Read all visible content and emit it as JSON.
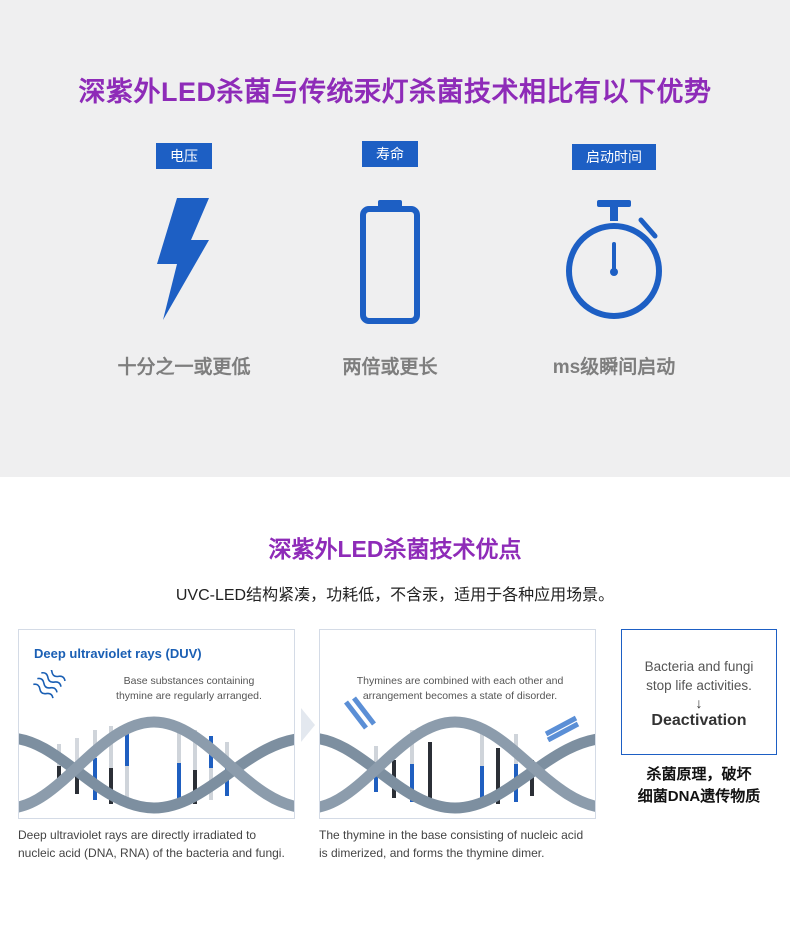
{
  "top": {
    "title": "深紫外LED杀菌与传统汞灯杀菌技术相比有以下优势",
    "features": [
      {
        "tag": "电压",
        "icon": "lightning-icon",
        "caption": "十分之一或更低"
      },
      {
        "tag": "寿命",
        "icon": "battery-icon",
        "caption": "两倍或更长"
      },
      {
        "tag": "启动时间",
        "icon": "stopwatch-icon",
        "caption": "ms级瞬间启动"
      }
    ]
  },
  "advantages": {
    "title": "深紫外LED杀菌技术优点",
    "subtitle": "UVC-LED结构紧凑，功耗低，不含汞，适用于各种应用场景。",
    "panel1": {
      "title": "Deep ultraviolet rays (DUV)",
      "note_line1": "Base substances containing",
      "note_line2": "thymine are regularly arranged."
    },
    "panel2": {
      "note_line1": "Thymines are combined with each other and",
      "note_line2": "arrangement becomes a state of disorder."
    },
    "result": {
      "line1a": "Bacteria and fungi",
      "line1b": "stop life activities.",
      "arrow": "↓",
      "line2": "Deactivation"
    },
    "principle_line1": "杀菌原理，破坏",
    "principle_line2": "细菌DNA遗传物质",
    "desc1_line1": "Deep ultraviolet rays are directly irradiated to",
    "desc1_line2": "nucleic acid (DNA, RNA) of the bacteria and fungi.",
    "desc2_line1": "The thymine in the base consisting of nucleic acid",
    "desc2_line2": "is dimerized, and forms the thymine dimer."
  },
  "colors": {
    "accent_purple": "#8e2bb8",
    "brand_blue": "#1d5fc4",
    "dna_gray": "#7d8fa0"
  }
}
